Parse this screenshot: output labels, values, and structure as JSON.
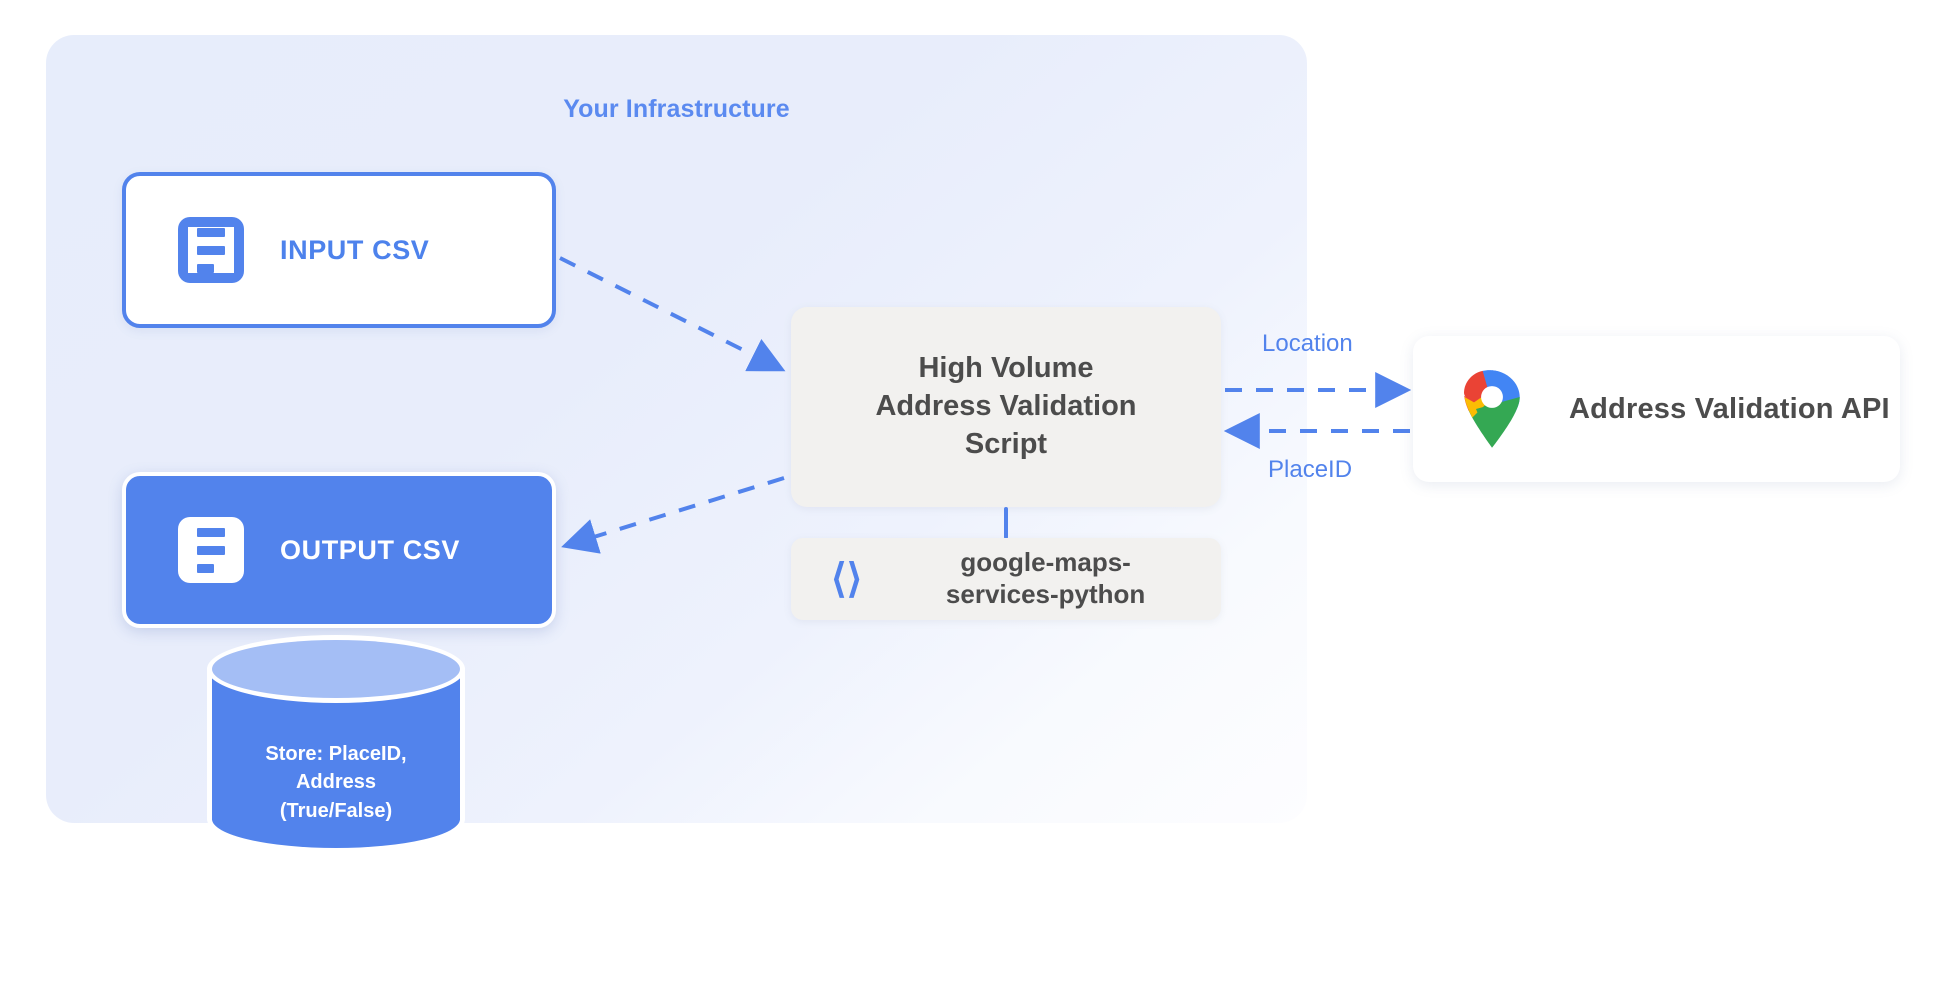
{
  "diagram": {
    "panel": {
      "title": "Your Infrastructure",
      "accent_color": "#5b8af0",
      "background_color": "#e8edfb"
    },
    "nodes": {
      "input_csv": {
        "label": "INPUT CSV",
        "icon": "document-icon",
        "style": "outlined",
        "border_color": "#5283ec",
        "text_color": "#4d82ec"
      },
      "output_csv": {
        "label": "OUTPUT CSV",
        "icon": "document-icon",
        "style": "filled",
        "fill_color": "#5283ec",
        "text_color": "#ffffff"
      },
      "script": {
        "line1": "High Volume",
        "line2": "Address Validation",
        "line3": "Script",
        "fill_color": "#f2f1ef",
        "text_color": "#4c4c4c"
      },
      "library": {
        "line1": "google-maps-",
        "line2": "services-python",
        "icon": "code-brackets-icon",
        "icon_color": "#5283ec",
        "fill_color": "#f2f1ef"
      },
      "api": {
        "label": "Address Validation API",
        "icon": "google-maps-pin-icon",
        "fill_color": "#ffffff",
        "text_color": "#4c4c4c"
      },
      "database": {
        "line1": "Store: PlaceID,",
        "line2": "Address",
        "line3": "(True/False)",
        "body_color": "#5283ec",
        "top_color": "#a4bef5",
        "text_color": "#ffffff"
      }
    },
    "edges": {
      "input_to_script": {
        "label": "",
        "style": "dashed",
        "color": "#5283ec",
        "direction": "forward"
      },
      "script_to_output": {
        "label": "",
        "style": "dashed",
        "color": "#5283ec",
        "direction": "forward"
      },
      "script_to_api": {
        "label": "Location",
        "style": "dashed",
        "color": "#5283ec",
        "direction": "forward"
      },
      "api_to_script": {
        "label": "PlaceID",
        "style": "dashed",
        "color": "#5283ec",
        "direction": "backward"
      }
    }
  }
}
